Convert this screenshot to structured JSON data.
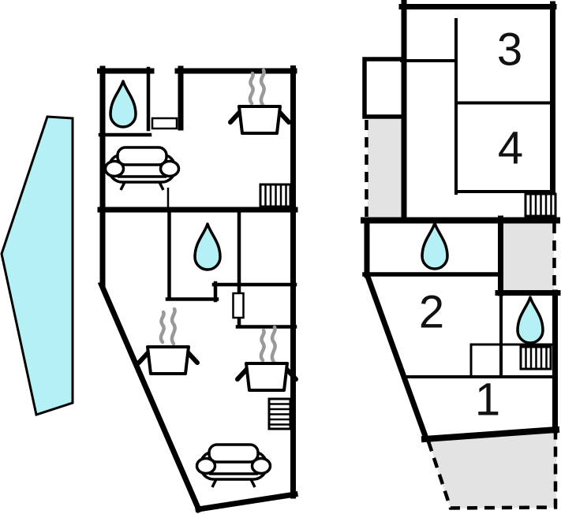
{
  "document": {
    "type": "floor-plan-diagram",
    "background": "#ffffff"
  },
  "colors": {
    "wall": "#000000",
    "water_fill": "#b4f0f4",
    "terrace_fill": "#e3e3e3",
    "steam": "#999999",
    "room_label": "#111111"
  },
  "ground_floor": {
    "icons": {
      "bathroom_drops": 2,
      "sofas": 2,
      "stoves": 3,
      "radiators": 2,
      "door_markers": 2
    },
    "pool_icon": "pool-shape"
  },
  "upper_floor": {
    "room_labels": [
      {
        "label": "3"
      },
      {
        "label": "4"
      },
      {
        "label": "2"
      },
      {
        "label": "1"
      }
    ],
    "icons": {
      "bathroom_drops": 2,
      "radiators": 2,
      "terraces": 3,
      "balcony": 1
    }
  },
  "icon_names": [
    "water-drop-icon",
    "sofa-icon",
    "cooking-pot-icon",
    "steam-icon",
    "radiator-icon",
    "door-marker",
    "pool-shape",
    "terrace-area",
    "balcony-box"
  ]
}
